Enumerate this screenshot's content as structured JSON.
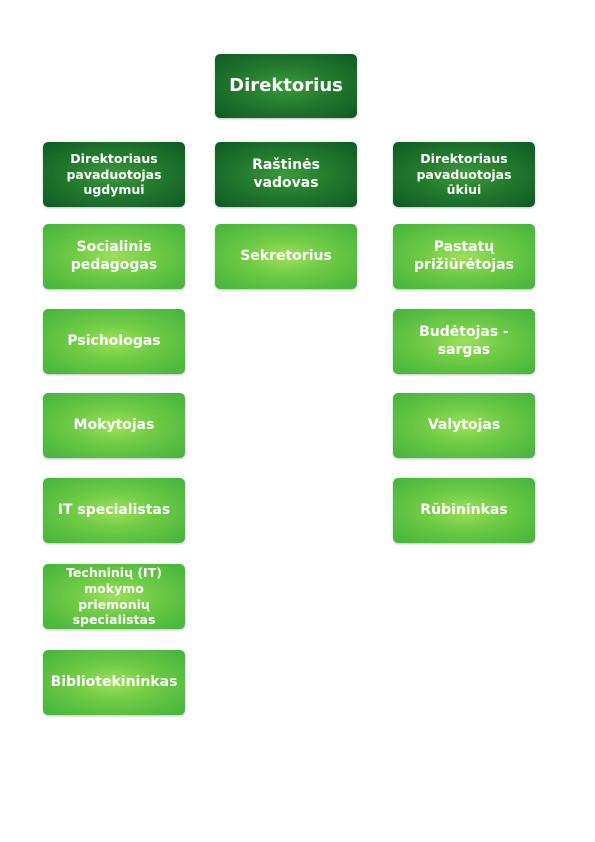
{
  "director": {
    "label": "Direktorius"
  },
  "columns": {
    "left": {
      "head": "Direktoriaus\npavaduotojas\nugdymui",
      "items": [
        "Socialinis\npedagogas",
        "Psichologas",
        "Mokytojas",
        "IT specialistas",
        "Techninių (IT)\nmokymo priemonių\nspecialistas",
        "Bibliotekininkas"
      ]
    },
    "middle": {
      "head": "Raštinės vadovas",
      "items": [
        "Sekretorius"
      ]
    },
    "right": {
      "head": "Direktoriaus\npavaduotojas\nūkiui",
      "items": [
        "Pastatų\nprižiūrėtojas",
        "Budėtojas -\nsargas",
        "Valytojas",
        "Rūbininkas"
      ]
    }
  },
  "colors": {
    "dark_green": "#1a6b2b",
    "light_green": "#5cc04a"
  }
}
